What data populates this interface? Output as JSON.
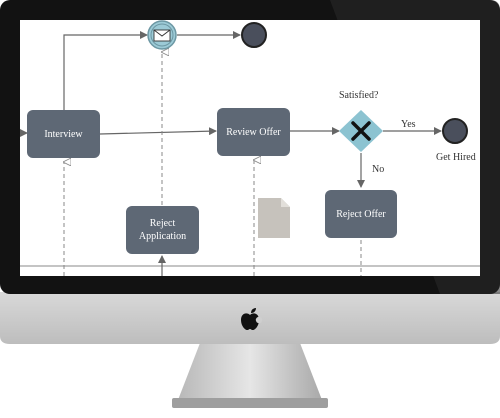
{
  "diagram": {
    "tasks": {
      "interview": "Interview",
      "review_offer": "Review Offer",
      "reject_application_line1": "Reject",
      "reject_application_line2": "Application",
      "reject_offer": "Reject Offer"
    },
    "gateway": {
      "question": "Satisfied?"
    },
    "flows": {
      "yes": "Yes",
      "no": "No"
    },
    "events": {
      "get_hired": "Get Hired"
    }
  },
  "device": {
    "logo_icon": "apple-icon"
  },
  "colors": {
    "task_fill": "#5e6875",
    "gateway_fill": "#8cc3d1",
    "end_event_fill": "#4a4f5c",
    "message_event_fill": "#9ccad6",
    "document_fill": "#c6c2bc",
    "bezel": "#121212",
    "chin": "#cfcfcf"
  }
}
